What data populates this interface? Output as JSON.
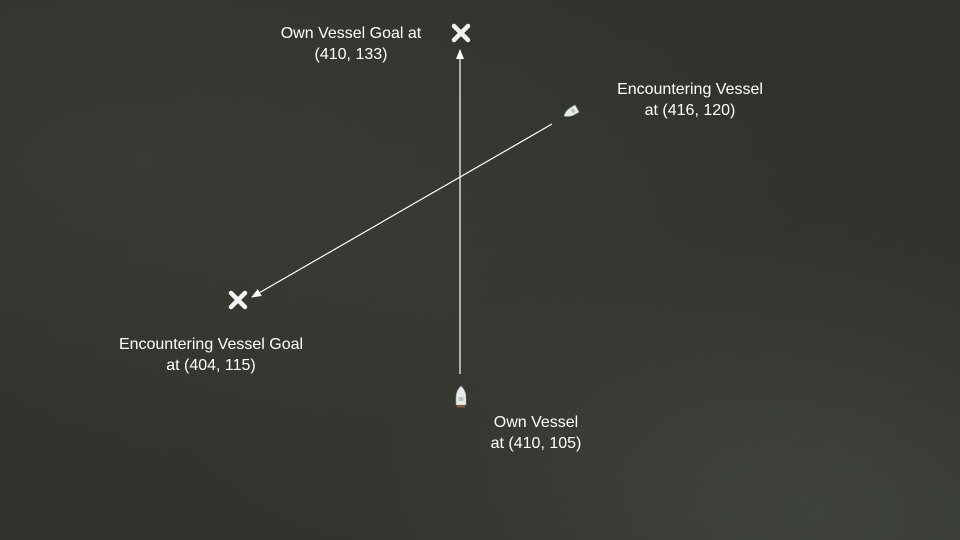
{
  "own_vessel_goal": {
    "line1": "Own Vessel Goal at",
    "line2": "(410, 133)",
    "icon": "x-mark-icon"
  },
  "encountering_vessel": {
    "line1": "Encountering Vessel",
    "line2": "at (416, 120)",
    "icon": "boat-icon"
  },
  "encountering_vessel_goal": {
    "line1": "Encountering Vessel Goal",
    "line2": "at (404, 115)",
    "icon": "x-mark-icon"
  },
  "own_vessel": {
    "line1": "Own Vessel",
    "line2": "at (410, 105)",
    "icon": "boat-icon"
  },
  "colors": {
    "background": "#30322c",
    "marker": "#f2f2f2",
    "path_line": "#ffffff",
    "text": "#ffffff"
  }
}
